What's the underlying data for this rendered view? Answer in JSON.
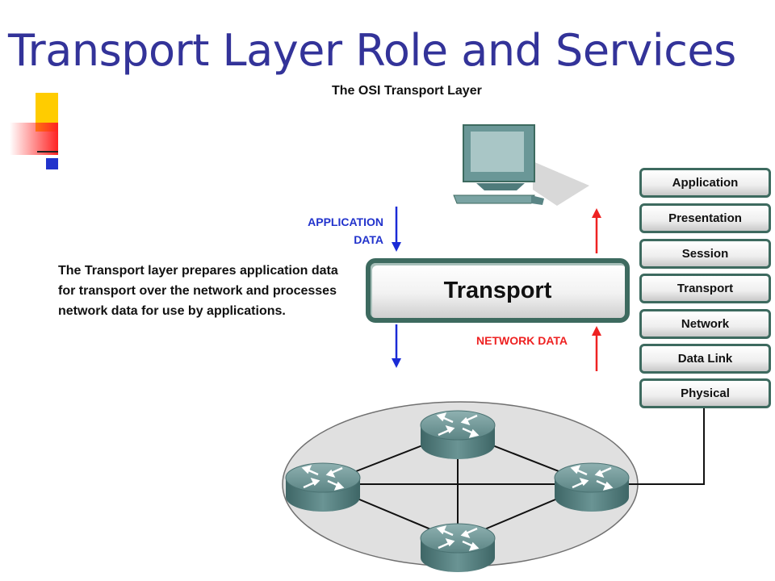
{
  "title": "Transport Layer Role and Services",
  "diagram": {
    "subtitle": "The OSI Transport Layer",
    "description": "The Transport layer prepares application data for transport over the network and processes network data for use by applications.",
    "labels": {
      "application_data_line1": "APPLICATION",
      "application_data_line2": "DATA",
      "network_data": "NETWORK DATA",
      "transport_box": "Transport"
    },
    "osi_layers": [
      "Application",
      "Presentation",
      "Session",
      "Transport",
      "Network",
      "Data Link",
      "Physical"
    ],
    "colors": {
      "title": "#333399",
      "application_data": "#2233cc",
      "network_data": "#ee2222",
      "layer_border": "#3d6a5f"
    },
    "icons": [
      "computer-icon",
      "router-icon"
    ]
  }
}
